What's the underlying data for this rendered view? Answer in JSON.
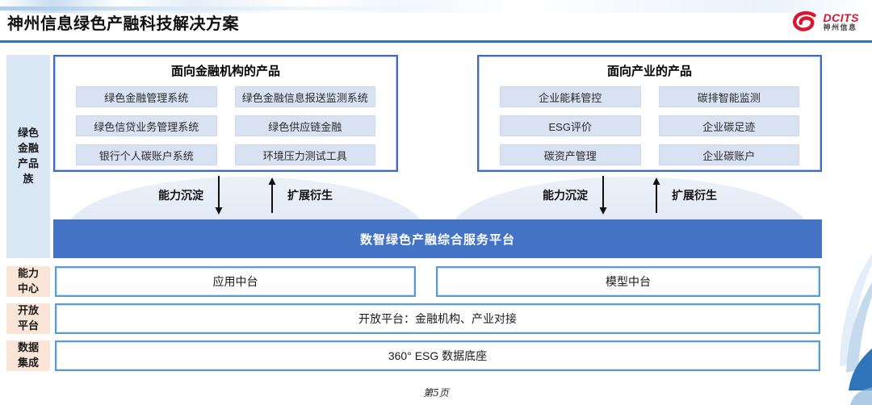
{
  "header": {
    "title": "神州信息绿色产融科技解决方案",
    "logo": {
      "brand": "DCITS",
      "brand_cn": "神州信息"
    }
  },
  "sidebar": {
    "product_family": "绿色金融产品族",
    "capability_center": "能力中心",
    "open_platform": "开放平台",
    "data_integration": "数据集成"
  },
  "finance_box": {
    "title": "面向金融机构的产品",
    "items": [
      "绿色金融管理系统",
      "绿色金融信息报送监测系统",
      "绿色信贷业务管理系统",
      "绿色供应链金融",
      "银行个人碳账户系统",
      "环境压力测试工具"
    ]
  },
  "industry_box": {
    "title": "面向产业的产品",
    "items": [
      "企业能耗管控",
      "碳排智能监测",
      "ESG评价",
      "企业碳足迹",
      "碳资产管理",
      "企业碳账户"
    ]
  },
  "arrows": {
    "down_label": "能力沉淀",
    "up_label": "扩展衍生"
  },
  "platform_banner": "数智绿色产融综合服务平台",
  "middle_row": {
    "left": "应用中台",
    "right": "模型中台"
  },
  "open_row": "开放平台：金融机构、产业对接",
  "data_row": "360° ESG 数据底座",
  "footer": {
    "page": "第5页"
  },
  "colors": {
    "banner_blue": "#4472C4",
    "box_border_blue": "#4169C0",
    "row_border_blue": "#5B9BD5",
    "pill_bg": "#D9E2F3",
    "sidebar_blue": "#DAE8F6",
    "sidebar_peach": "#FBE5D6",
    "header_rule": "#2E75B6",
    "brand_red": "#D7172F"
  }
}
